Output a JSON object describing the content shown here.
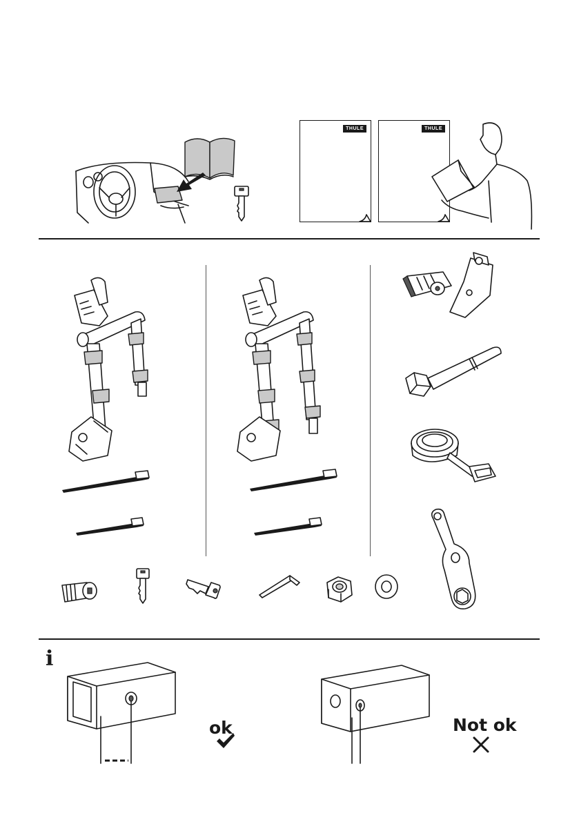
{
  "header": {
    "brand_logo_text": "THULE"
  },
  "info_section": {
    "info_symbol": "i",
    "ok_label": "ok",
    "not_ok_label": "Not ok"
  },
  "icons": [
    "car-dashboard-icon",
    "manual-book-icon",
    "arrow-icon",
    "key-icon",
    "document-card-icon",
    "person-reading-icon",
    "bike-carrier-icon",
    "strap-icon",
    "adapter-bracket-icon",
    "bolt-icon",
    "tension-strap-icon",
    "lock-cylinder-icon",
    "allen-key-icon",
    "nut-icon",
    "washer-icon",
    "wrench-plate-icon",
    "hitch-tube-icon",
    "checkmark-icon",
    "cross-icon"
  ]
}
